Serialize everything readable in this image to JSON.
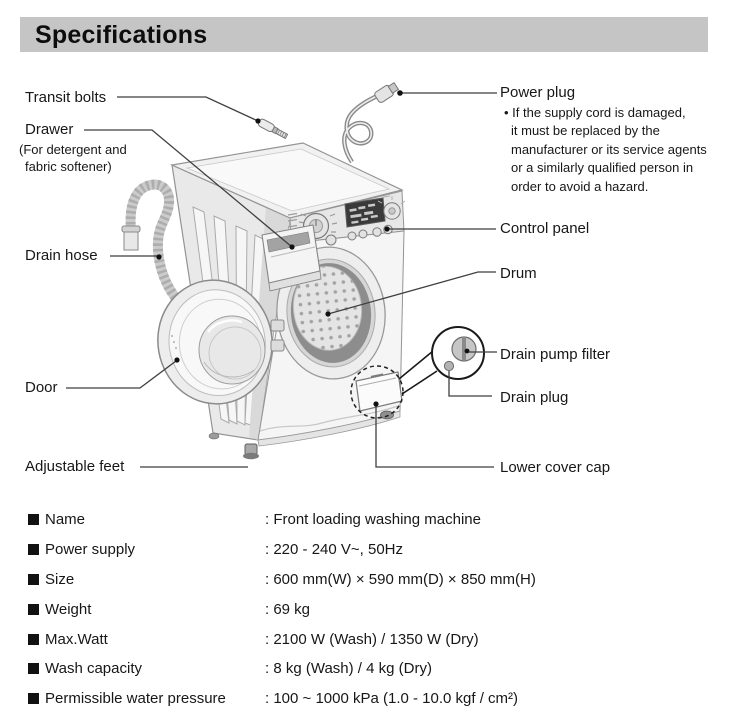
{
  "page": {
    "title": "Specifications"
  },
  "colors": {
    "header_bar": "#c5c5c5",
    "text": "#171717",
    "leader_line": "#3f3f3f"
  },
  "diagram": {
    "labels": {
      "transit_bolts": "Transit bolts",
      "drawer": "Drawer",
      "drawer_note": [
        "(For detergent and",
        "fabric softener)"
      ],
      "drain_hose": "Drain hose",
      "door": "Door",
      "adjustable_feet": "Adjustable feet",
      "power_plug": "Power plug",
      "power_plug_note": [
        "• If the supply cord is damaged,",
        "it must be replaced by the",
        "manufacturer or its service agents",
        "or a similarly qualified person in",
        "order to avoid a hazard."
      ],
      "control_panel": "Control panel",
      "drum": "Drum",
      "drain_pump_filter": "Drain pump filter",
      "drain_plug": "Drain plug",
      "lower_cover_cap": "Lower cover cap"
    }
  },
  "specs": {
    "rows": [
      {
        "label": "Name",
        "value": ": Front loading washing machine"
      },
      {
        "label": "Power supply",
        "value": ": 220 - 240 V~, 50Hz"
      },
      {
        "label": "Size",
        "value": ": 600 mm(W) × 590 mm(D) × 850 mm(H)"
      },
      {
        "label": "Weight",
        "value": ": 69 kg"
      },
      {
        "label": "Max.Watt",
        "value": ": 2100 W (Wash) / 1350 W (Dry)"
      },
      {
        "label": "Wash capacity",
        "value": ": 8 kg (Wash) / 4 kg (Dry)"
      },
      {
        "label": "Permissible water pressure",
        "value": ": 100 ~ 1000 kPa (1.0 - 10.0 kgf / cm²)"
      }
    ]
  }
}
